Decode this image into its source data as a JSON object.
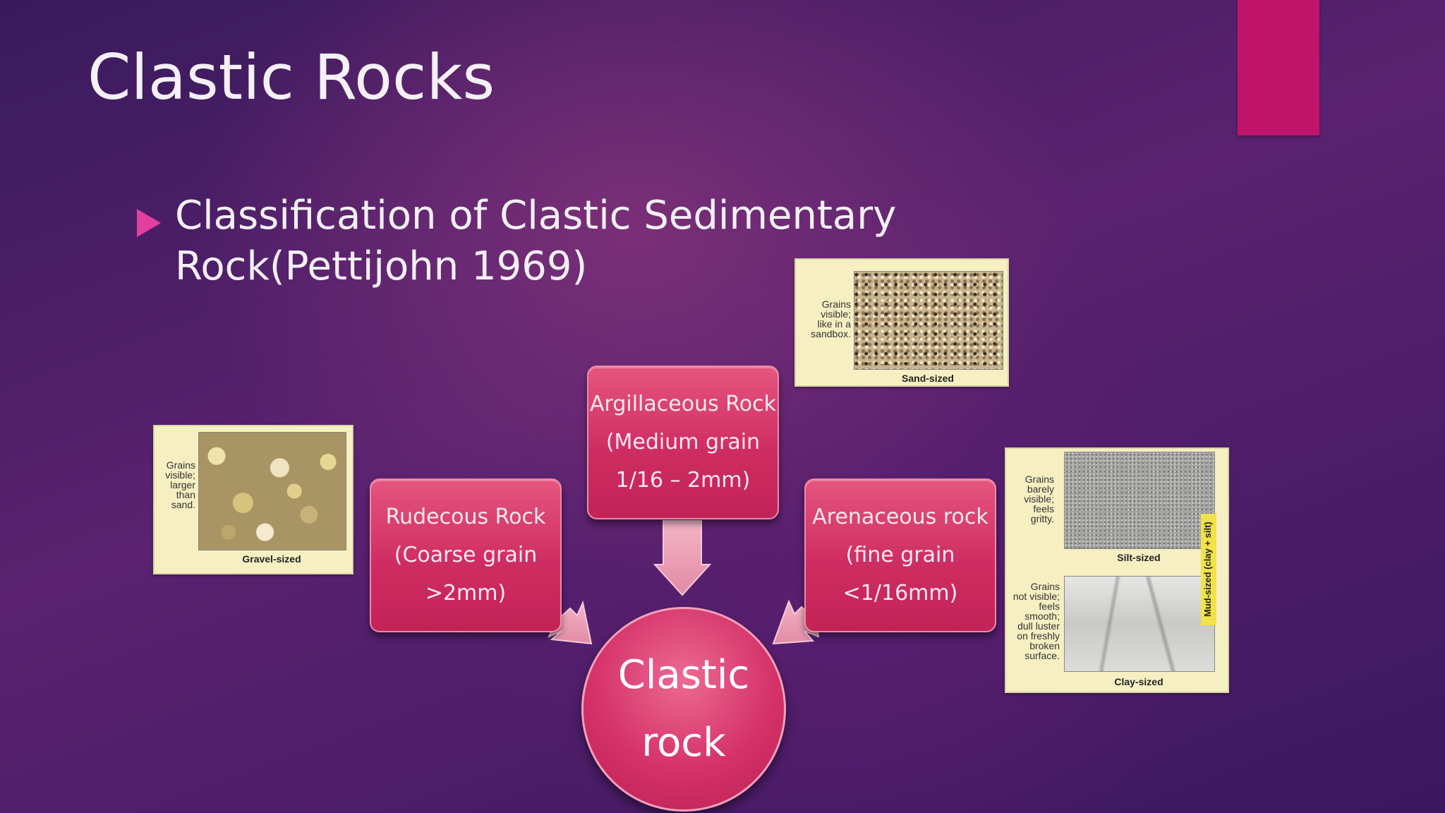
{
  "slide": {
    "title": "Clastic Rocks",
    "bullet": "Classification of Clastic Sedimentary Rock(Pettijohn 1969)"
  },
  "diagram": {
    "boxes": {
      "rudecous": [
        "Rudecous Rock",
        "(Coarse grain",
        ">2mm)"
      ],
      "argillaceous": [
        "Argillaceous Rock",
        "(Medium grain",
        "1/16 – 2mm)"
      ],
      "arenaceous": [
        "Arenaceous rock",
        "(fine grain",
        "<1/16mm)"
      ]
    },
    "center": [
      "Clastic",
      "rock"
    ]
  },
  "images": {
    "gravel": {
      "side": "Grains\nvisible;\nlarger\nthan\nsand.",
      "caption": "Gravel-sized"
    },
    "sand": {
      "side": "Grains\nvisible;\nlike in a\nsandbox.",
      "caption": "Sand-sized"
    },
    "silt": {
      "side": "Grains\nbarely\nvisible;\nfeels\ngritty.",
      "caption": "Silt-sized"
    },
    "clay": {
      "side": "Grains\nnot visible;\nfeels\nsmooth;\ndull luster\non freshly\nbroken\nsurface.",
      "caption": "Clay-sized"
    },
    "mud_label": "Mud-sized (clay + silt)"
  },
  "colors": {
    "accent": "#c0136a",
    "box_fill": "#d53268",
    "bullet": "#e23f9f"
  }
}
